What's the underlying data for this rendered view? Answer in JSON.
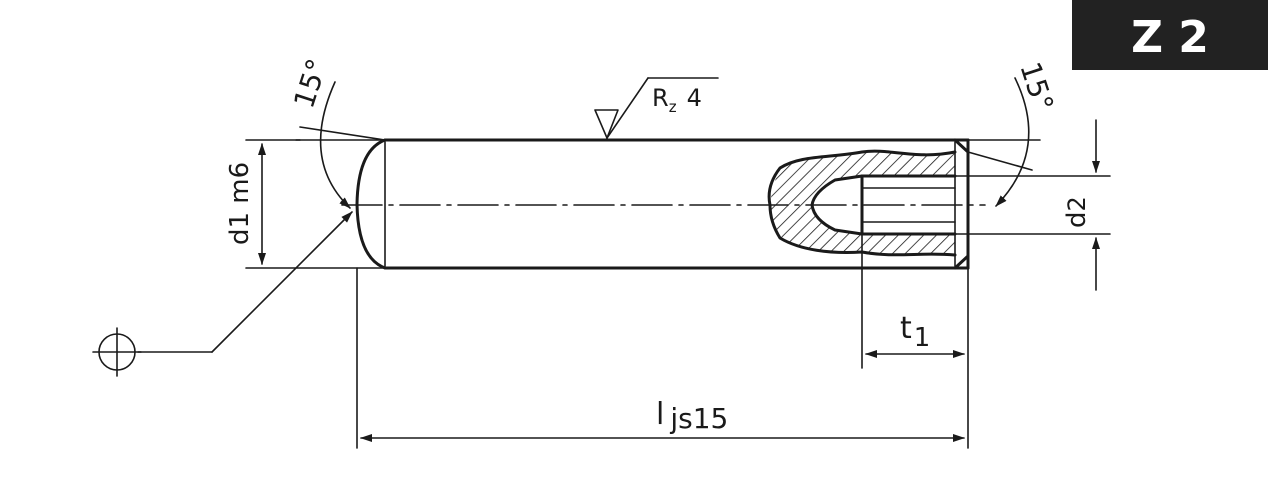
{
  "badge": {
    "label": "Z 2",
    "background": "#222222",
    "text_color": "#ffffff"
  },
  "annotations": {
    "angle_left": "15°",
    "angle_right": "15°",
    "roughness_symbol": "R",
    "roughness_sub": "z",
    "roughness_value": "4",
    "diameter_d1": "d1 m6",
    "diameter_d2_main": "d",
    "diameter_d2_sub": "2",
    "depth_t1_main": "t",
    "depth_t1_sub": "1",
    "length_main": "l",
    "length_sub": "js15"
  },
  "symbols": {
    "position_tolerance": "position-tolerance-icon",
    "surface_finish": "surface-finish-triangle-icon"
  },
  "colors": {
    "line": "#1a1a1a",
    "background": "#ffffff"
  }
}
